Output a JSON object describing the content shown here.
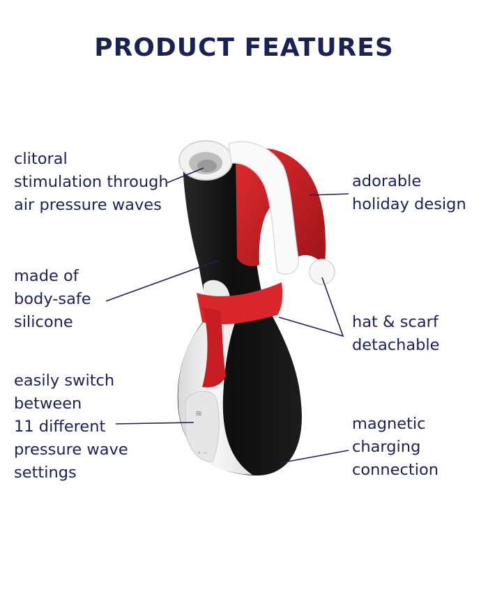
{
  "title": "PRODUCT FEATURES",
  "features": [
    {
      "lines": [
        "clitoral",
        "stimulation through",
        "air pressure waves"
      ]
    },
    {
      "lines": [
        "made of",
        "body-safe",
        "silicone"
      ]
    },
    {
      "lines": [
        "easily switch",
        "between",
        "11 different",
        "pressure wave",
        "settings"
      ]
    },
    {
      "lines": [
        "adorable",
        "holiday design"
      ]
    },
    {
      "lines": [
        "hat & scarf",
        "detachable"
      ]
    },
    {
      "lines": [
        "magnetic",
        "charging",
        "connection"
      ]
    }
  ],
  "product": {
    "name": "penguin-shaped air pulse toy with santa hat and scarf",
    "colors": {
      "body": "#161616",
      "belly": "#f1f1f1",
      "hat": "#d21f24",
      "scarf": "#d8262a",
      "trim": "#ffffff"
    },
    "icons": [
      "wave-symbol-icon",
      "plus-minus-button-icon"
    ]
  },
  "colors": {
    "text": "#1b2153",
    "line": "#1b2153"
  }
}
